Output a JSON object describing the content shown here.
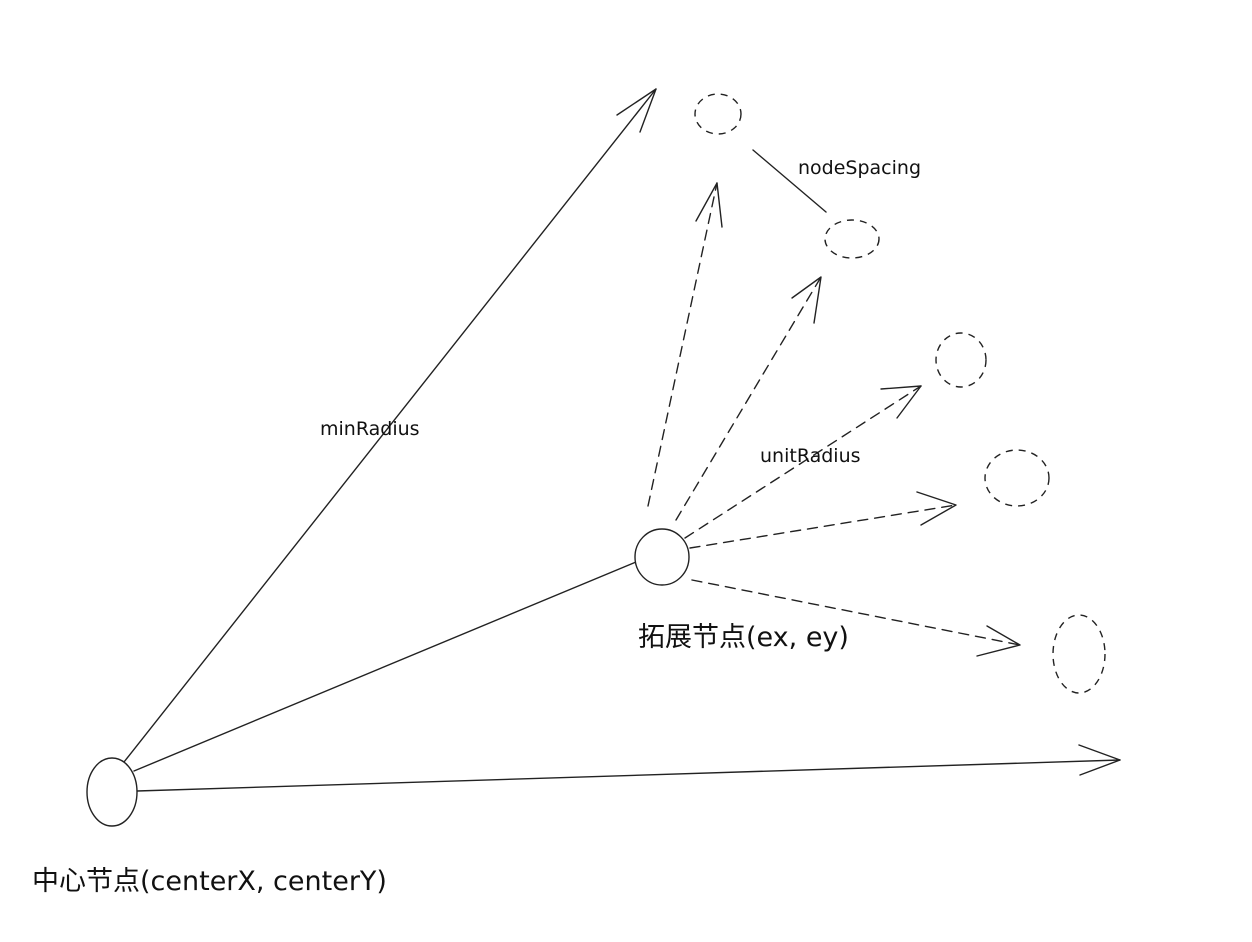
{
  "diagram": {
    "labels": {
      "min_radius": "minRadius",
      "node_spacing": "nodeSpacing",
      "unit_radius": "unitRadius",
      "center_node": "中心节点(centerX, centerY)",
      "expand_node": "拓展节点(ex, ey)"
    },
    "colors": {
      "stroke": "#222222",
      "background": "#ffffff",
      "text": "#111111"
    }
  }
}
